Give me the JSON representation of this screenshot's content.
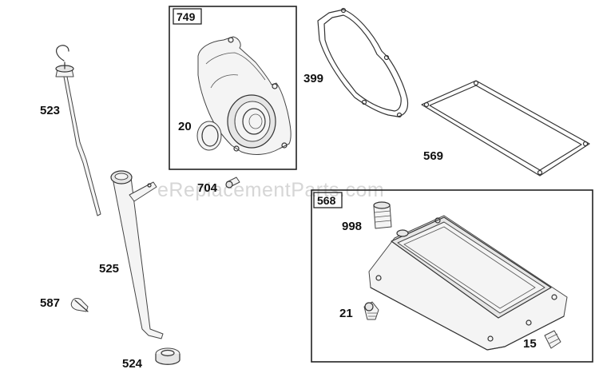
{
  "watermark": "eReplacementParts.com",
  "groups": [
    {
      "id": "749",
      "label": "749"
    },
    {
      "id": "568",
      "label": "568"
    }
  ],
  "parts": [
    {
      "id": "523",
      "label": "523",
      "description_shown": "dipstick"
    },
    {
      "id": "525",
      "label": "525",
      "description_shown": "fill tube"
    },
    {
      "id": "587",
      "label": "587",
      "description_shown": "clip"
    },
    {
      "id": "524",
      "label": "524",
      "description_shown": "grommet"
    },
    {
      "id": "20",
      "label": "20",
      "description_shown": "seal"
    },
    {
      "id": "704",
      "label": "704",
      "description_shown": "screw"
    },
    {
      "id": "399",
      "label": "399",
      "description_shown": "gasket"
    },
    {
      "id": "569",
      "label": "569",
      "description_shown": "gasket"
    },
    {
      "id": "998",
      "label": "998",
      "description_shown": "fitting"
    },
    {
      "id": "21",
      "label": "21",
      "description_shown": "plug"
    },
    {
      "id": "15",
      "label": "15",
      "description_shown": "plug"
    }
  ]
}
